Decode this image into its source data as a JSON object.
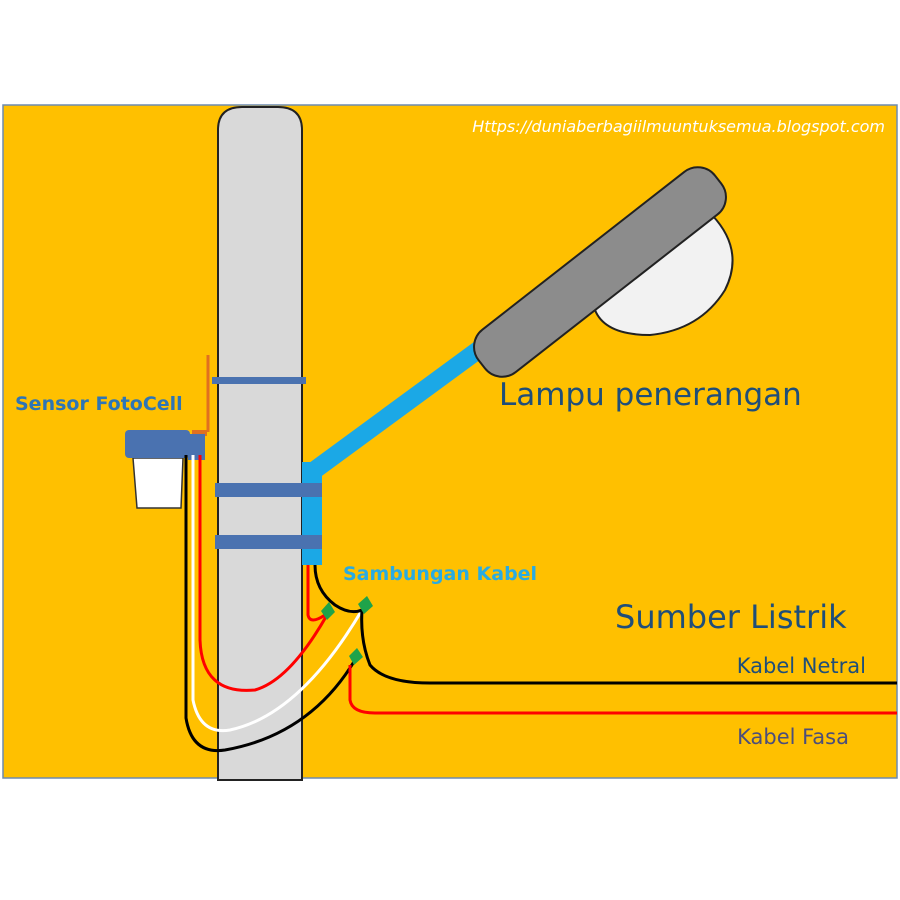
{
  "source_url": "Https://duniaberbagiilmuuntuksemua.blogspot.com",
  "labels": {
    "sensor": "Sensor FotoCell",
    "lamp": "Lampu penerangan",
    "junction": "Sambungan Kabel",
    "power_source": "Sumber Listrik",
    "neutral": "Kabel Netral",
    "phase": "Kabel Fasa"
  },
  "colors": {
    "background": "#FFC000",
    "pole": "#D9D9D9",
    "band": "#4A72B0",
    "arm": "#1BA8E6",
    "lamp_housing": "#8C8C8C",
    "wire_phase": "#FF0000",
    "wire_neutral": "#000000",
    "wire_switched": "#FFFFFF",
    "connector": "#1FA34A",
    "label_dark": "#1F4E79",
    "label_light": "#29ABE2"
  }
}
